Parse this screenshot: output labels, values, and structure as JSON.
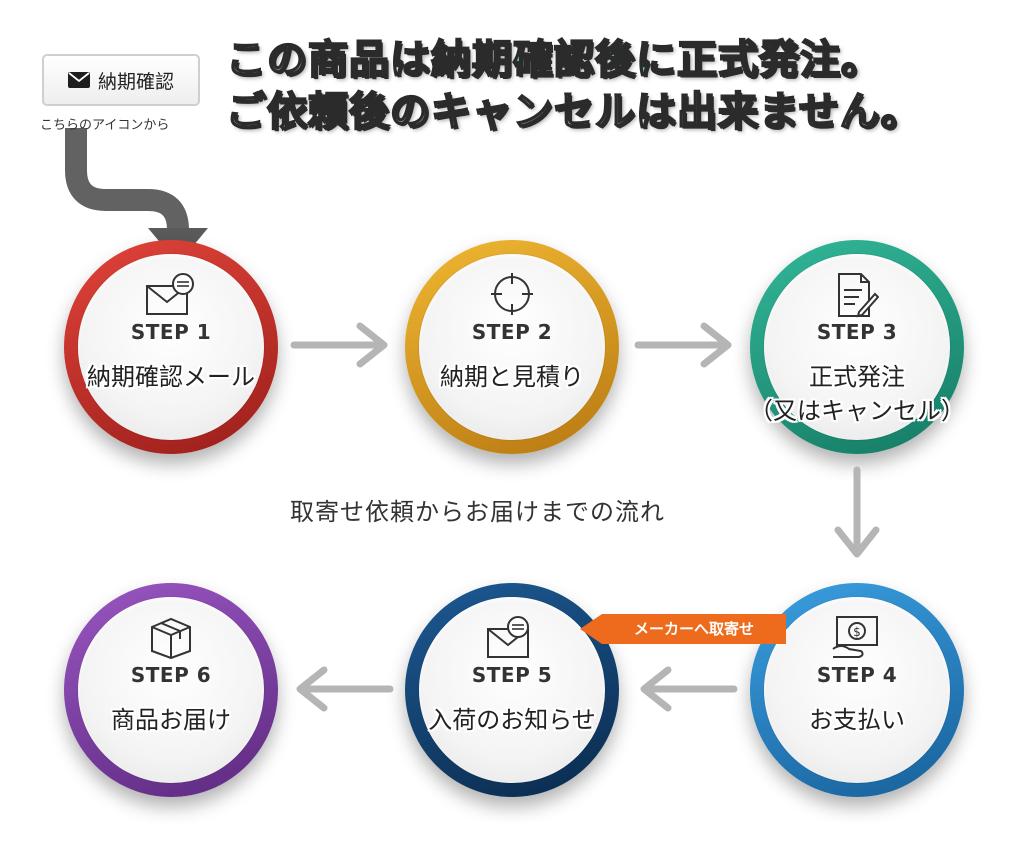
{
  "headline": {
    "line1_pre": "この商品は",
    "line1_green": "納期確認後に正式発注",
    "line1_post": "。",
    "line2": "ご依頼後のキャンセルは出来ません。"
  },
  "mail_button": {
    "icon": "envelope-icon",
    "label": "納期確認",
    "note": "こちらのアイコンから"
  },
  "flow_caption": "取寄せ依頼からお届けまでの流れ",
  "maker_tag": "メーカーへ取寄せ",
  "steps": [
    {
      "label": "STEP 1",
      "title": "納期確認メール",
      "subtitle": "",
      "icon": "envelope-message-icon",
      "color": "#c0302a"
    },
    {
      "label": "STEP 2",
      "title": "納期と見積り",
      "subtitle": "",
      "icon": "crosshair-icon",
      "color": "#d69a1a"
    },
    {
      "label": "STEP 3",
      "title": "正式発注",
      "subtitle": "（又はキャンセル）",
      "icon": "document-pen-icon",
      "color": "#1f9e82"
    },
    {
      "label": "STEP 4",
      "title": "お支払い",
      "subtitle": "",
      "icon": "money-hand-icon",
      "color": "#2a86c8"
    },
    {
      "label": "STEP 5",
      "title": "入荷のお知らせ",
      "subtitle": "",
      "icon": "envelope-message-icon",
      "color": "#12406e"
    },
    {
      "label": "STEP 6",
      "title": "商品お届け",
      "subtitle": "",
      "icon": "box-icon",
      "color": "#7b3f9e"
    }
  ],
  "colors": {
    "headline_green": "#4fe27f",
    "arrow_gray": "#b5b5b5",
    "pointer_arrow": "#5a5a5a",
    "tag_orange": "#ee6a1c"
  }
}
